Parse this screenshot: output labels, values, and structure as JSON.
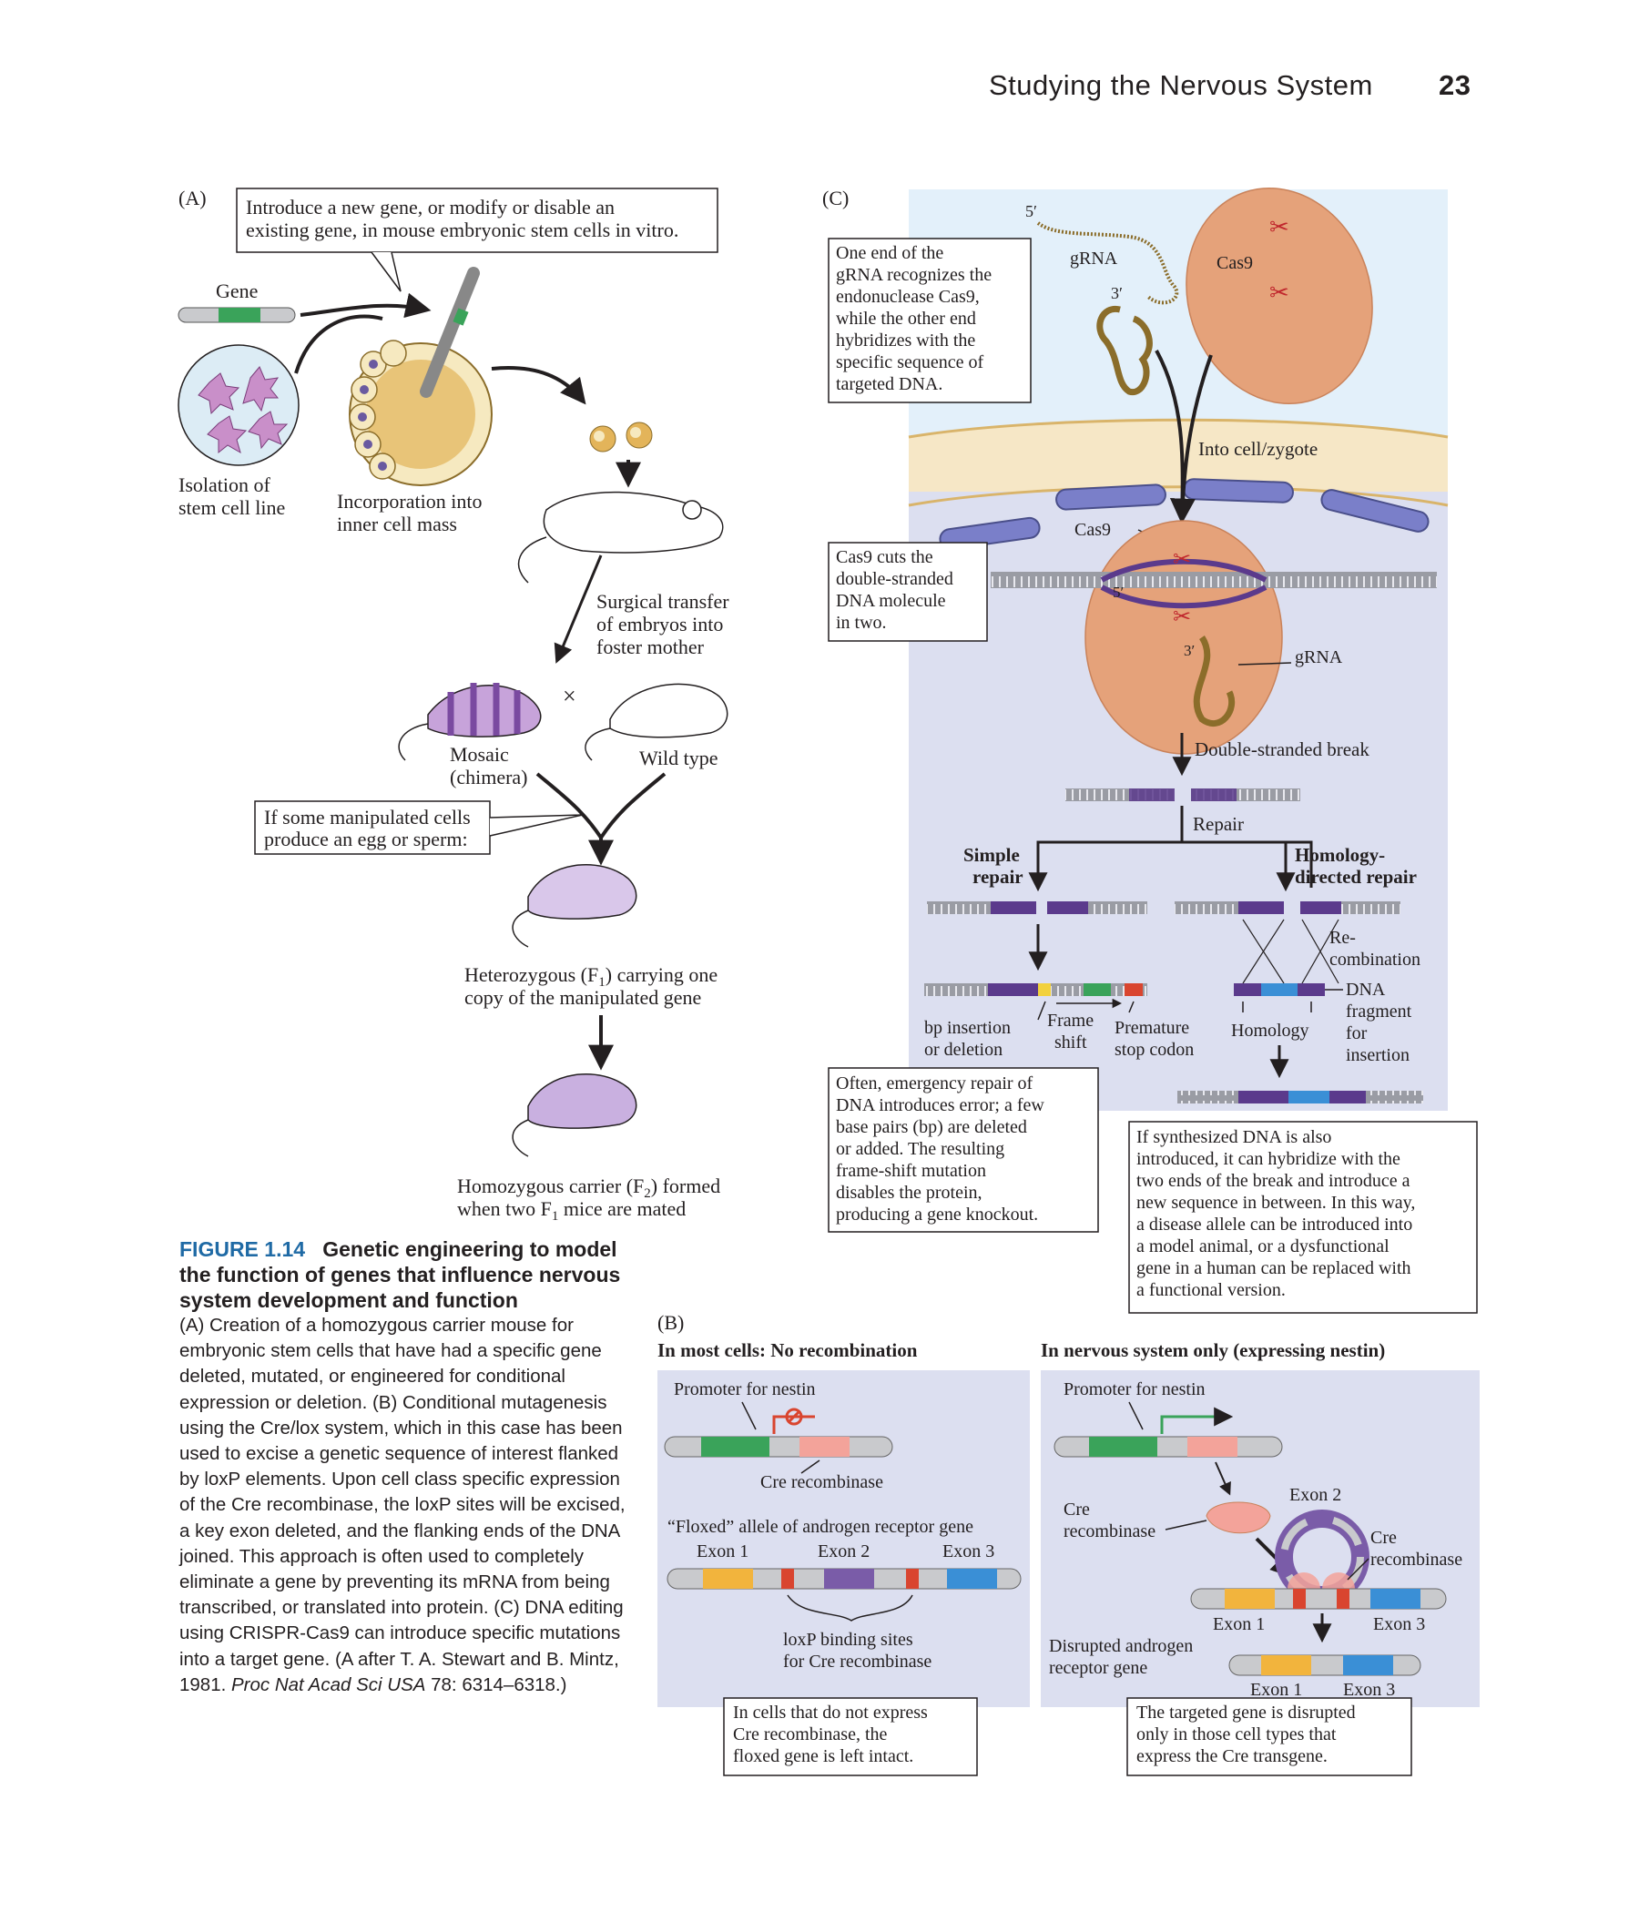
{
  "header": {
    "title": "Studying the Nervous System",
    "page_number": "23"
  },
  "caption": {
    "label": "FIGURE 1.14",
    "title": "Genetic engineering to model the function of genes that influence nervous system development and function",
    "text_a": "(A) Creation of a homozygous carrier mouse for embryonic stem cells that have had a specific gene deleted, mutated, or engineered for conditional expression or deletion. (B) Conditional mutagenesis using the Cre/lox system, which in this case has been used to excise a genetic sequence of interest flanked by loxP elements. Upon cell class specific expression of the Cre recombinase, the loxP sites will be excised, a key exon deleted, and the flanking ends of the DNA joined. This approach is often used to completely eliminate a gene by preventing its mRNA from being transcribed, or translated into protein. (C) DNA editing using CRISPR-Cas9 can introduce specific mutations into a target gene. (A after T. A. Stewart and B. Mintz, 1981. ",
    "journal": "Proc Nat Acad Sci USA",
    "text_b": " 78: 6314–6318.)"
  },
  "panel_a": {
    "label": "(A)",
    "intro_box": [
      "Introduce a new gene, or modify or disable an",
      "existing gene, in mouse embryonic stem cells in vitro."
    ],
    "gene": "Gene",
    "isolation": [
      "Isolation of",
      "stem cell line"
    ],
    "incorporation": [
      "Incorporation into",
      "inner cell mass"
    ],
    "surgical": [
      "Surgical transfer",
      "of embryos into",
      "foster mother"
    ],
    "mosaic": [
      "Mosaic",
      "(chimera)"
    ],
    "cross": "×",
    "wild_type": "Wild type",
    "if_box": [
      "If some manipulated cells",
      "produce an egg or sperm:"
    ],
    "heterozygous": [
      "Heterozygous (F",
      "1",
      ") carrying one",
      "copy of the manipulated gene"
    ],
    "homozygous": [
      "Homozygous carrier (F",
      "2",
      ") formed",
      "when two F",
      "1",
      " mice are mated"
    ]
  },
  "panel_b": {
    "label": "(B)",
    "left_title": "In most cells: No recombination",
    "right_title": "In nervous system only (expressing nestin)",
    "promoter": "Promoter for nestin",
    "cre_recombinase": "Cre recombinase",
    "floxed": "“Floxed” allele of androgen receptor gene",
    "exon1": "Exon 1",
    "exon2": "Exon 2",
    "exon3": "Exon 3",
    "loxp": [
      "loxP binding sites",
      "for Cre recombinase"
    ],
    "left_box": [
      "In cells that do not express",
      "Cre recombinase, the",
      "floxed gene is left intact."
    ],
    "cre_label": [
      "Cre",
      "recombinase"
    ],
    "disrupted": [
      "Disrupted androgen",
      "receptor gene"
    ],
    "right_box": [
      "The targeted gene is disrupted",
      "only in those cell types that",
      "express the Cre transgene."
    ]
  },
  "panel_c": {
    "label": "(C)",
    "grna_box": [
      "One end of the",
      "gRNA recognizes the",
      "endonuclease Cas9,",
      "while the other end",
      "hybridizes with the",
      "specific sequence of",
      "targeted DNA."
    ],
    "five_prime": "5′",
    "three_prime": "3′",
    "grna": "gRNA",
    "cas9": "Cas9",
    "into_cell": "Into cell/zygote",
    "cuts_box": [
      "Cas9 cuts the",
      "double-stranded",
      "DNA molecule",
      "in two."
    ],
    "ds_break": "Double-stranded break",
    "repair": "Repair",
    "simple_repair": [
      "Simple",
      "repair"
    ],
    "homology_repair": [
      "Homology-",
      "directed repair"
    ],
    "recombination": [
      "Re-",
      "combination"
    ],
    "dna_fragment": [
      "DNA",
      "fragment",
      "for",
      "insertion"
    ],
    "bp_insertion": [
      "bp insertion",
      "or deletion"
    ],
    "frame_shift": [
      "Frame",
      "shift"
    ],
    "premature": [
      "Premature",
      "stop codon"
    ],
    "homology": "Homology",
    "often_box": [
      "Often, emergency repair of",
      "DNA introduces error; a few",
      "base pairs (bp) are deleted",
      "or added. The resulting",
      "frame-shift mutation",
      "disables the protein,",
      "producing a gene knockout."
    ],
    "synth_box": [
      "If synthesized DNA is also",
      "introduced, it can hybridize with the",
      "two ends of the break and introduce a",
      "new sequence in between. In this way,",
      "a disease allele can be introduced into",
      "a model animal, or a dysfunctional",
      "gene in a human can be replaced with",
      "a functional version."
    ]
  },
  "colors": {
    "panel_bg": "#dcdff0",
    "cas9": "#e5a27a",
    "gene_green": "#3aa35a",
    "exon_orange": "#f2b43d",
    "exon_purple": "#7a5ca8",
    "exon_blue": "#3a8fd6",
    "loxp_red": "#d9452f",
    "dna_purple": "#5b3a8c",
    "caption_blue": "#1f6aa5"
  }
}
